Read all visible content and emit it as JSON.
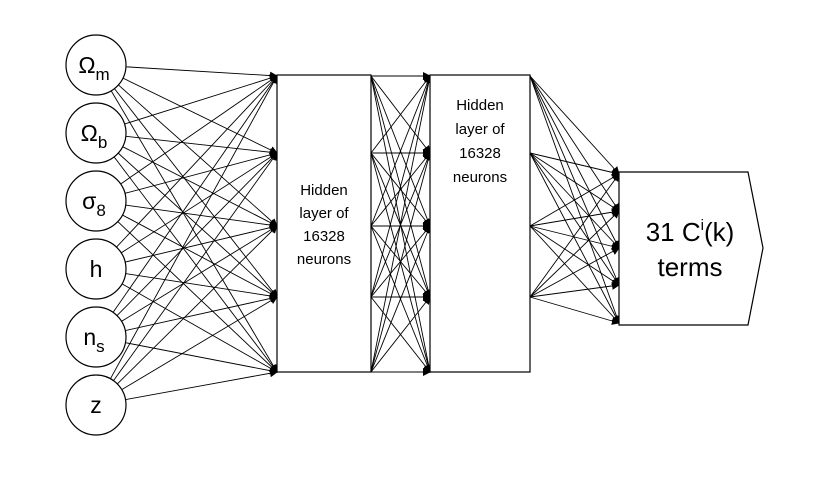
{
  "inputs": [
    {
      "base": "Ω",
      "sub": "m"
    },
    {
      "base": "Ω",
      "sub": "b"
    },
    {
      "base": "σ",
      "sub": "8"
    },
    {
      "base": "h",
      "sub": ""
    },
    {
      "base": "n",
      "sub": "s"
    },
    {
      "base": "z",
      "sub": ""
    }
  ],
  "hidden_layers": [
    {
      "lines": [
        "Hidden",
        "layer of",
        "16328",
        "neurons"
      ]
    },
    {
      "lines": [
        "Hidden",
        "layer of",
        "16328",
        "neurons"
      ]
    }
  ],
  "output": {
    "line1_prefix": "31 C",
    "line1_sup": "i",
    "line1_suffix": "(k)",
    "line2": "terms"
  },
  "colors": {
    "stroke": "#000000",
    "background": "#ffffff"
  }
}
